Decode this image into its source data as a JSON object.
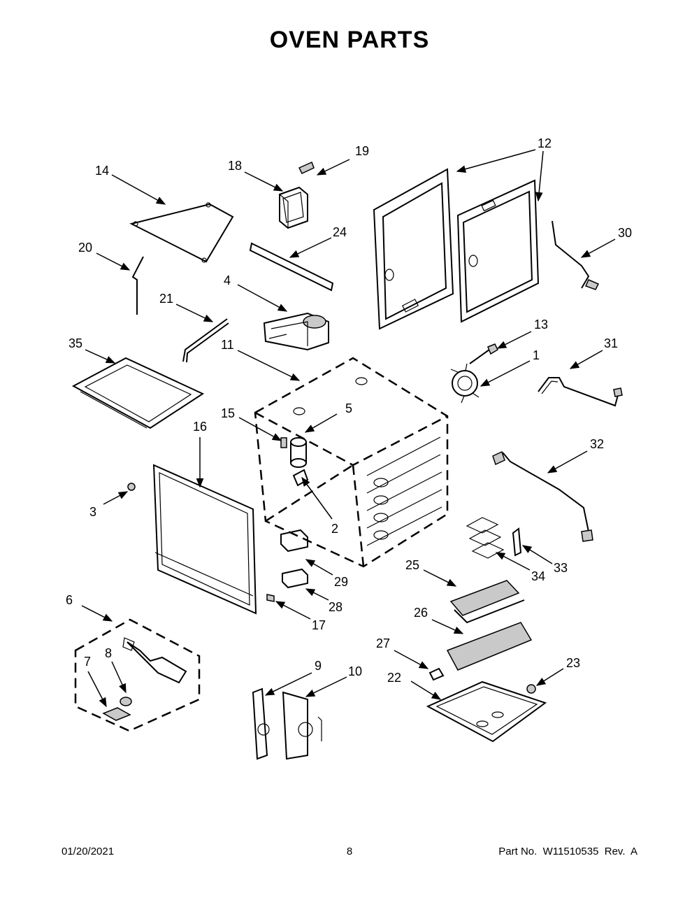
{
  "title": "OVEN PARTS",
  "footer": {
    "date": "01/20/2021",
    "page": "8",
    "part_no": "Part No.  W11510535  Rev.  A"
  },
  "callouts": {
    "c1": "1",
    "c2": "2",
    "c3": "3",
    "c4": "4",
    "c5": "5",
    "c6": "6",
    "c7": "7",
    "c8": "8",
    "c9": "9",
    "c10": "10",
    "c11": "11",
    "c12": "12",
    "c13": "13",
    "c14": "14",
    "c15": "15",
    "c16": "16",
    "c17": "17",
    "c18": "18",
    "c19": "19",
    "c20": "20",
    "c21": "21",
    "c22": "22",
    "c23": "23",
    "c24": "24",
    "c25": "25",
    "c26": "26",
    "c27": "27",
    "c28": "28",
    "c29": "29",
    "c30": "30",
    "c31": "31",
    "c32": "32",
    "c33": "33",
    "c34": "34",
    "c35": "35"
  }
}
